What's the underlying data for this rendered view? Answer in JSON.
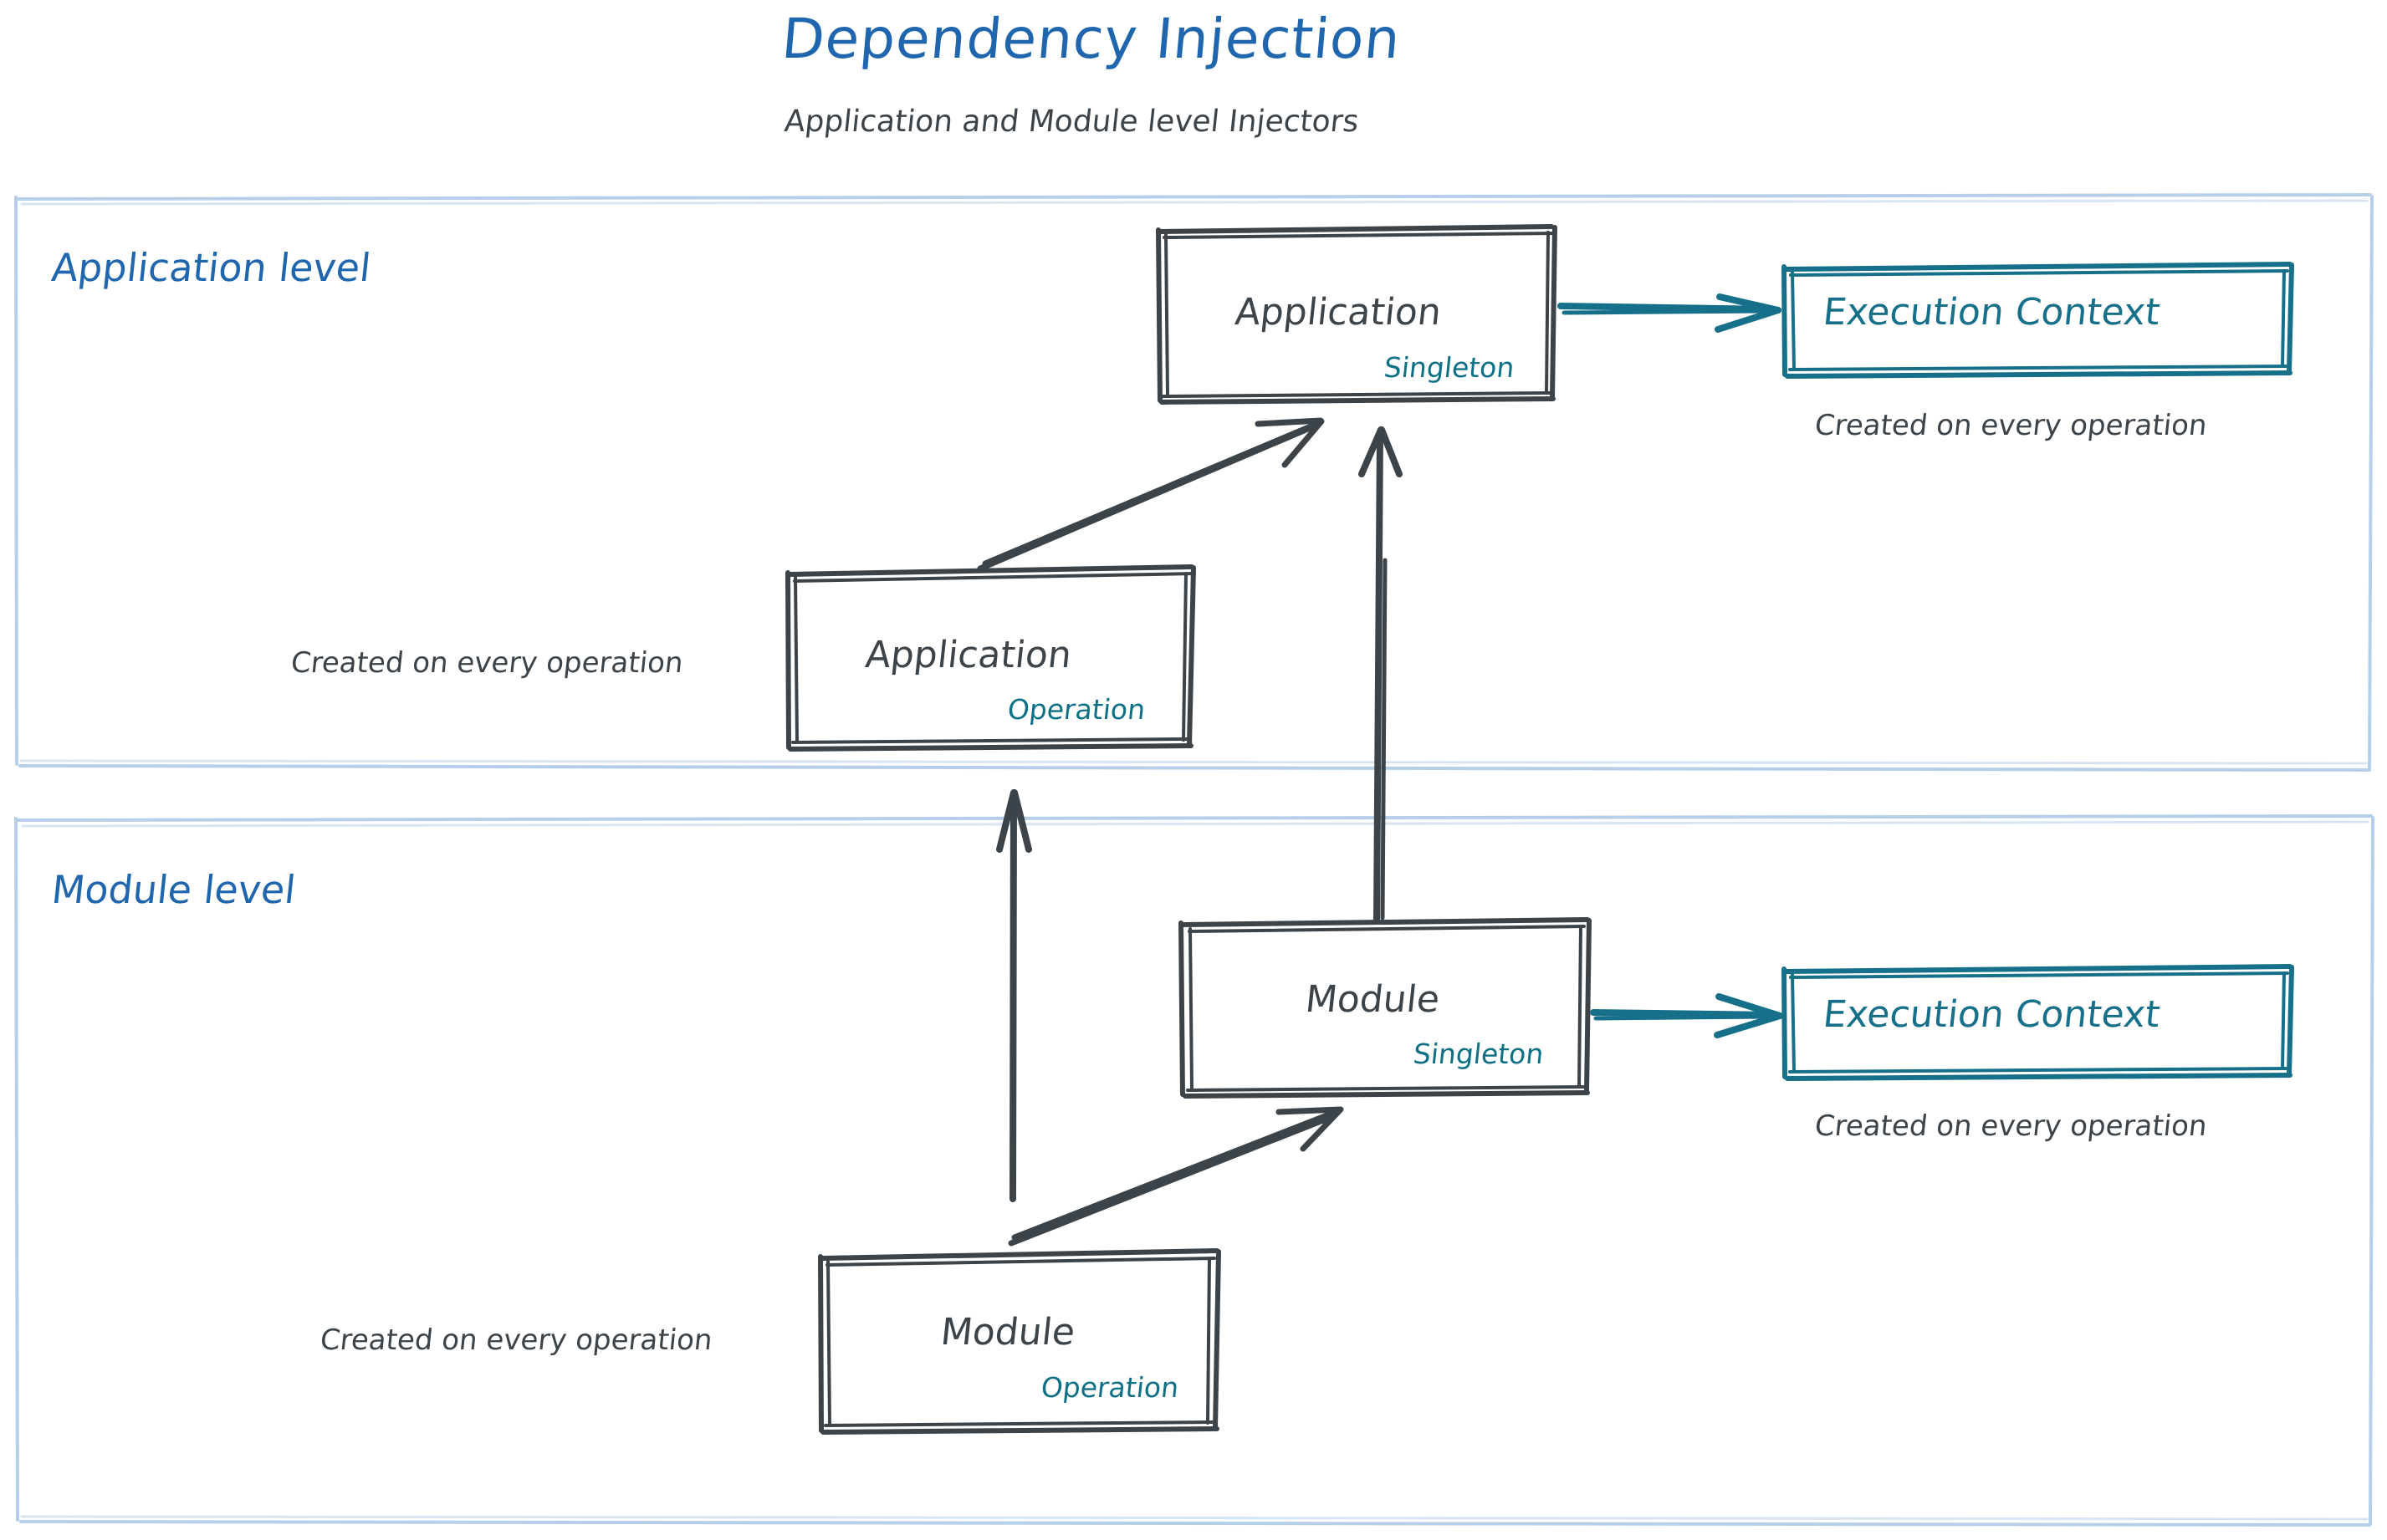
{
  "header": {
    "title": "Dependency Injection",
    "subtitle": "Application and Module level Injectors"
  },
  "colors": {
    "title_blue": "#1f66ae",
    "zone_blue": "#1f66ae",
    "zone_border": "#b6cfe8",
    "ink_gray": "#3d4449",
    "teal": "#0d7085",
    "background": "#ffffff"
  },
  "zones": [
    {
      "id": "application-level",
      "label": "Application level",
      "nodes": [
        {
          "id": "application-singleton",
          "title": "Application",
          "scope": "Singleton",
          "style": "gray-box"
        },
        {
          "id": "application-operation",
          "title": "Application",
          "scope": "Operation",
          "style": "gray-box",
          "caption": "Created on every operation"
        },
        {
          "id": "execution-context-application",
          "title": "Execution Context",
          "style": "teal-box",
          "caption": "Created on every operation"
        }
      ]
    },
    {
      "id": "module-level",
      "label": "Module level",
      "nodes": [
        {
          "id": "module-singleton",
          "title": "Module",
          "scope": "Singleton",
          "style": "gray-box"
        },
        {
          "id": "module-operation",
          "title": "Module",
          "scope": "Operation",
          "style": "gray-box",
          "caption": "Created on every operation"
        },
        {
          "id": "execution-context-module",
          "title": "Execution Context",
          "style": "teal-box",
          "caption": "Created on every operation"
        }
      ]
    }
  ],
  "edges": [
    {
      "id": "app-operation-to-app-singleton",
      "from": "application-operation",
      "to": "application-singleton",
      "color": "#3d4449"
    },
    {
      "id": "app-singleton-to-execution-context",
      "from": "application-singleton",
      "to": "execution-context-application",
      "color": "#0d7085"
    },
    {
      "id": "module-singleton-to-app-singleton",
      "from": "module-singleton",
      "to": "application-singleton",
      "color": "#3d4449"
    },
    {
      "id": "module-operation-to-app-operation",
      "from": "module-operation",
      "to": "application-operation",
      "color": "#3d4449"
    },
    {
      "id": "module-operation-to-module-singleton",
      "from": "module-operation",
      "to": "module-singleton",
      "color": "#3d4449"
    },
    {
      "id": "module-singleton-to-execution-context",
      "from": "module-singleton",
      "to": "execution-context-module",
      "color": "#0d7085"
    }
  ]
}
